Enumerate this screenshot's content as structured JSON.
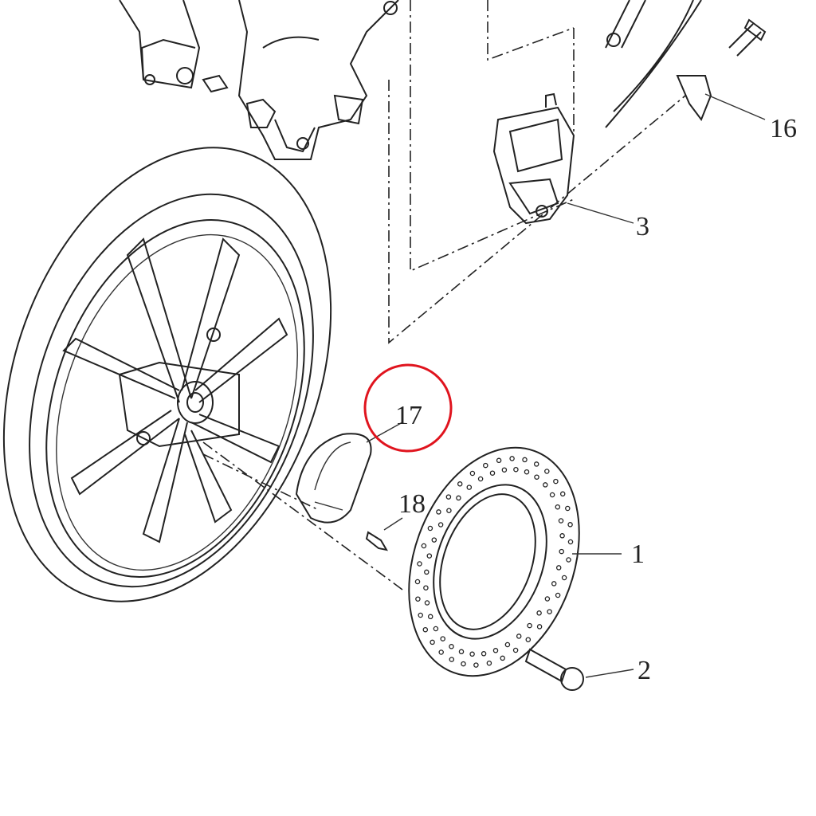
{
  "diagram": {
    "callouts": [
      {
        "id": "callout-16",
        "text": "16"
      },
      {
        "id": "callout-3",
        "text": "3"
      },
      {
        "id": "callout-17",
        "text": "17",
        "highlighted": true
      },
      {
        "id": "callout-18",
        "text": "18"
      },
      {
        "id": "callout-1",
        "text": "1"
      },
      {
        "id": "callout-2",
        "text": "2"
      }
    ],
    "colors": {
      "line": "#222222",
      "highlight": "#e0141e",
      "background": "#ffffff"
    }
  }
}
